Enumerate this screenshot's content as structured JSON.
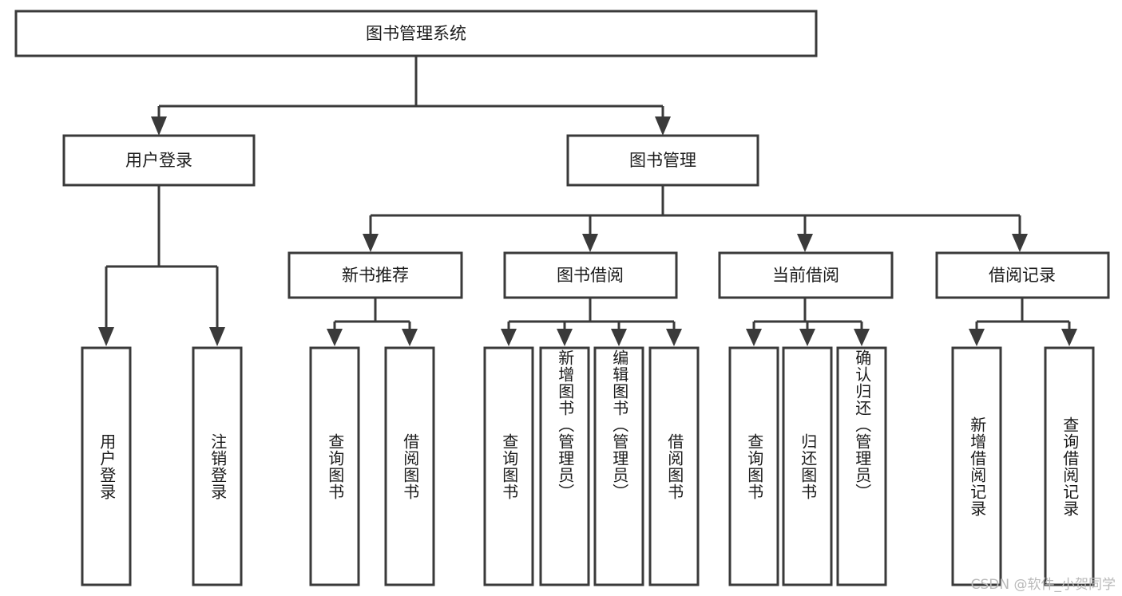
{
  "diagram": {
    "type": "tree",
    "title": "图书管理系统",
    "watermark": "CSDN @软件_小贺同学",
    "levels": {
      "root": {
        "label": "图书管理系统"
      },
      "level2": [
        {
          "id": "user-login",
          "label": "用户登录"
        },
        {
          "id": "book-manage",
          "label": "图书管理"
        }
      ],
      "level3": [
        {
          "id": "new-book-rec",
          "label": "新书推荐",
          "parent": "book-manage"
        },
        {
          "id": "book-borrow",
          "label": "图书借阅",
          "parent": "book-manage"
        },
        {
          "id": "current-borrow",
          "label": "当前借阅",
          "parent": "book-manage"
        },
        {
          "id": "borrow-record",
          "label": "借阅记录",
          "parent": "book-manage"
        }
      ],
      "leaves": [
        {
          "id": "leaf-1",
          "label": "用户登录",
          "parent": "user-login"
        },
        {
          "id": "leaf-2",
          "label": "注销登录",
          "parent": "user-login"
        },
        {
          "id": "leaf-3",
          "label": "查询图书",
          "parent": "new-book-rec"
        },
        {
          "id": "leaf-4",
          "label": "借阅图书",
          "parent": "new-book-rec"
        },
        {
          "id": "leaf-5",
          "label": "查询图书",
          "parent": "book-borrow"
        },
        {
          "id": "leaf-6",
          "label": "新增图书（管理员）",
          "parent": "book-borrow"
        },
        {
          "id": "leaf-7",
          "label": "编辑图书（管理员）",
          "parent": "book-borrow"
        },
        {
          "id": "leaf-8",
          "label": "借阅图书",
          "parent": "book-borrow"
        },
        {
          "id": "leaf-9",
          "label": "查询图书",
          "parent": "current-borrow"
        },
        {
          "id": "leaf-10",
          "label": "归还图书",
          "parent": "current-borrow"
        },
        {
          "id": "leaf-11",
          "label": "确认归还（管理员）",
          "parent": "current-borrow"
        },
        {
          "id": "leaf-12",
          "label": "新增借阅记录",
          "parent": "borrow-record"
        },
        {
          "id": "leaf-13",
          "label": "查询借阅记录",
          "parent": "borrow-record"
        }
      ]
    },
    "colors": {
      "stroke": "#3a3a3a",
      "fill": "#ffffff",
      "text": "#1b1b1b",
      "watermark": "#b9b9b9"
    }
  }
}
